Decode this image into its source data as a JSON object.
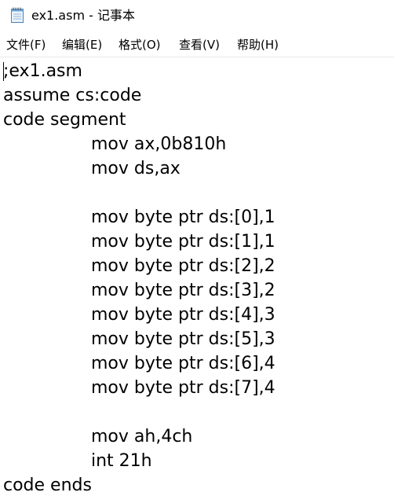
{
  "window": {
    "title": "ex1.asm - 记事本",
    "app_icon": "notepad-icon"
  },
  "menu": {
    "items": [
      {
        "label": "文件(F)"
      },
      {
        "label": "编辑(E)"
      },
      {
        "label": "格式(O)"
      },
      {
        "label": "查看(V)"
      },
      {
        "label": "帮助(H)"
      }
    ]
  },
  "editor": {
    "lines": [
      ";ex1.asm",
      "assume cs:code",
      "code segment",
      "mov ax,0b810h",
      "mov ds,ax",
      "",
      "mov byte ptr ds:[0],1",
      "mov byte ptr ds:[1],1",
      "mov byte ptr ds:[2],2",
      "mov byte ptr ds:[3],2",
      "mov byte ptr ds:[4],3",
      "mov byte ptr ds:[5],3",
      "mov byte ptr ds:[6],4",
      "mov byte ptr ds:[7],4",
      "",
      "mov ah,4ch",
      "int 21h",
      "code ends"
    ]
  }
}
